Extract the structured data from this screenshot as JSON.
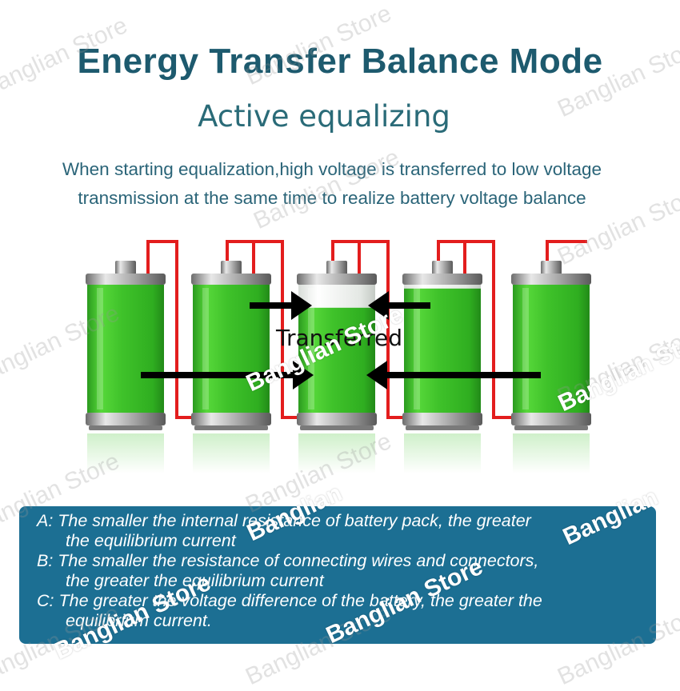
{
  "title": "Energy Transfer Balance Mode",
  "subtitle": "Active equalizing",
  "description": {
    "line1": "When starting equalization,high voltage is transferred to low voltage",
    "line2": "transmission at the same time to realize battery voltage balance"
  },
  "diagram": {
    "center_label": "Transferred",
    "batteries": [
      {
        "name": "battery-1",
        "charge": 1.0
      },
      {
        "name": "battery-2",
        "charge": 1.0
      },
      {
        "name": "battery-3",
        "charge": 0.82
      },
      {
        "name": "battery-4",
        "charge": 0.97
      },
      {
        "name": "battery-5",
        "charge": 1.0
      }
    ],
    "colors": {
      "battery_green": "#3fc22a",
      "wire_red": "#e31d1d",
      "arrow_black": "#000000"
    }
  },
  "info": {
    "a": {
      "line1": "A: The smaller the internal resistance of battery pack, the greater",
      "line2": "the equilibrium current"
    },
    "b": {
      "line1": "B: The smaller the resistance of connecting wires and connectors,",
      "line2": "the greater the equilibrium current"
    },
    "c": {
      "line1": "C: The greater the voltage difference of the battery, the greater the",
      "line2": "equilibrium current."
    }
  },
  "watermark": "Banglian Store",
  "watermark_strong": "Banglian Store",
  "watermark_short": "Banglian"
}
